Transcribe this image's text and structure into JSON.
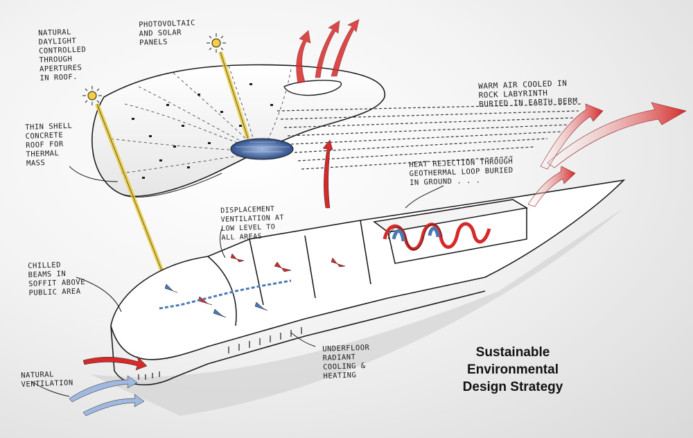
{
  "caption": {
    "line1": "Sustainable Environmental",
    "line2": "Design Strategy"
  },
  "notes": {
    "daylight": "Natural\nDaylight\nControlled\nThrough\nApertures\nIn roof.",
    "pv": "Photovoltaic\nAnd solar\npanels",
    "warm_air": "Warm air cooled in\nRock Labyrinth\nburied in earth berm",
    "shell": "Thin shell\nconcrete\nroof for\nthermal\nmass",
    "heat_rejection": "Heat rejection through\ngeothermal loop buried\nin ground . . .",
    "displacement": "Displacement\nventilation at\nlow level to\nall areas",
    "chilled": "Chilled\nbeams in\nsoffit above\npublic area",
    "underfloor": "Underfloor\nradiant\ncooling &\nheating",
    "natural_vent": "Natural\nventilation"
  },
  "colors": {
    "ink": "#1c1c1c",
    "warm_arrow": "#d62a2a",
    "cool_arrow": "#4a78b5",
    "sun_shaft": "#e8c93a",
    "pv_panel": "#3a5f9e"
  }
}
